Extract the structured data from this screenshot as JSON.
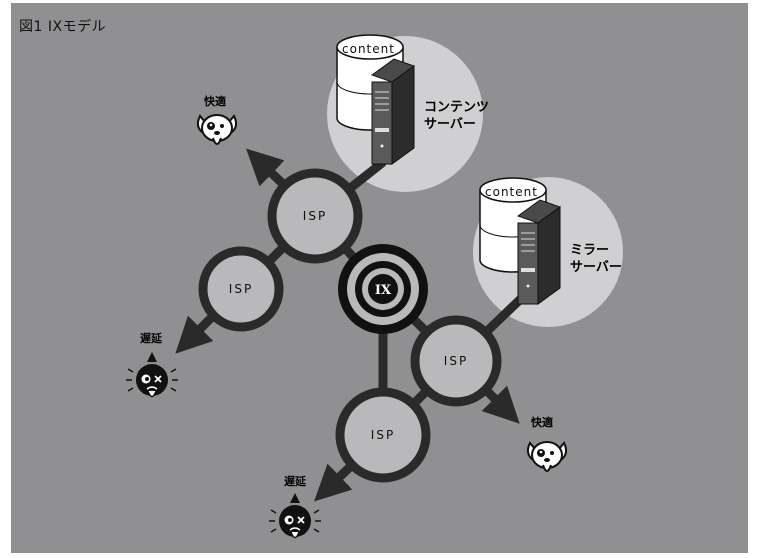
{
  "figure_title": "図1  IXモデル",
  "servers": {
    "content_server": {
      "db_label": "content",
      "label_line1": "コンテンツ",
      "label_line2": "サーバー"
    },
    "mirror_server": {
      "db_label": "content",
      "label_line1": "ミラー",
      "label_line2": "サーバー"
    }
  },
  "hub": {
    "label": "IX"
  },
  "isp_nodes": {
    "isp_top": "ISP",
    "isp_left": "ISP",
    "isp_right": "ISP",
    "isp_bottom": "ISP"
  },
  "users": {
    "top_left": {
      "status": "快適"
    },
    "left": {
      "status": "遅延"
    },
    "right": {
      "status": "快適"
    },
    "bottom": {
      "status": "遅延"
    }
  },
  "colors": {
    "background": "#909093",
    "node_fill": "#b9b9bb",
    "halo": "#d0d0d2",
    "line": "#2a2a2a"
  }
}
